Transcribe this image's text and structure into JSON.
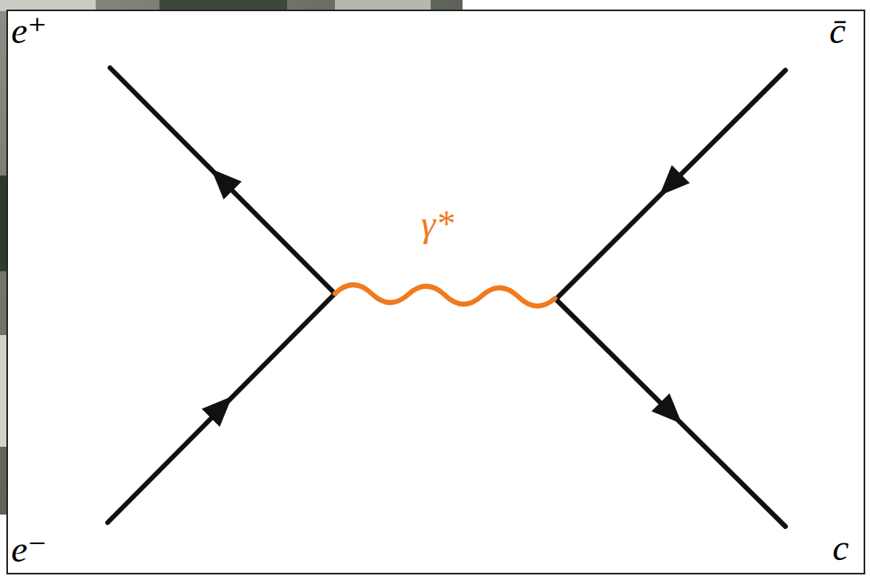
{
  "diagram": {
    "labels": [
      "e⁺",
      "c̄",
      "γ*",
      "e⁻",
      "c"
    ]
  }
}
